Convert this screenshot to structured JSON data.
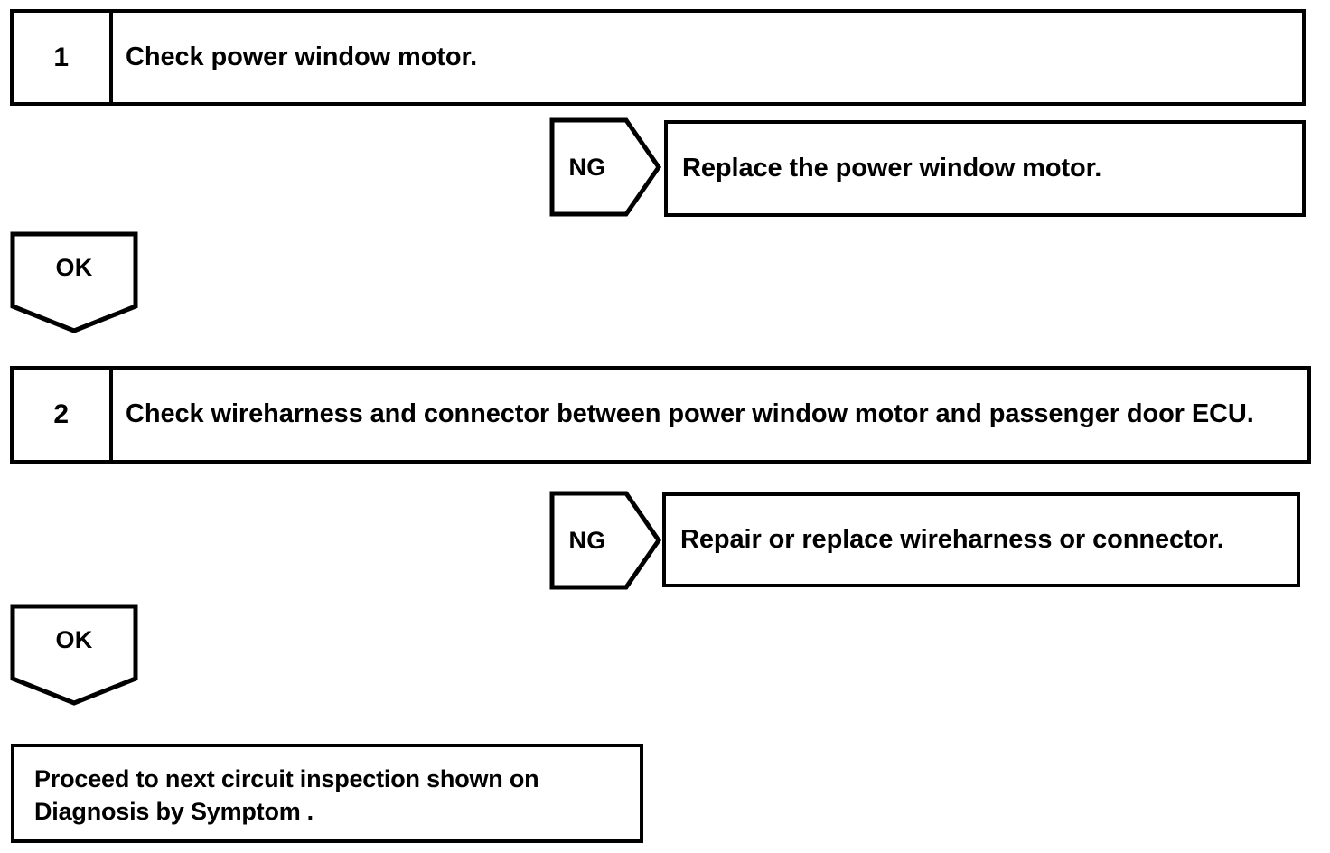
{
  "diagram": {
    "type": "troubleshooting-flowchart",
    "steps": [
      {
        "number": "1",
        "text": "Check power window motor.",
        "ng_label": "NG",
        "ng_result": "Replace the power window motor.",
        "ok_label": "OK"
      },
      {
        "number": "2",
        "text": "Check wireharness and connector between power window motor and passenger door ECU.",
        "ng_label": "NG",
        "ng_result": "Repair or replace wireharness or connector.",
        "ok_label": "OK"
      }
    ],
    "final": {
      "line1": "Proceed to next circuit inspection shown on",
      "line2": "Diagnosis by Symptom",
      "period": "."
    },
    "colors": {
      "stroke": "#000000",
      "background": "#ffffff"
    }
  }
}
